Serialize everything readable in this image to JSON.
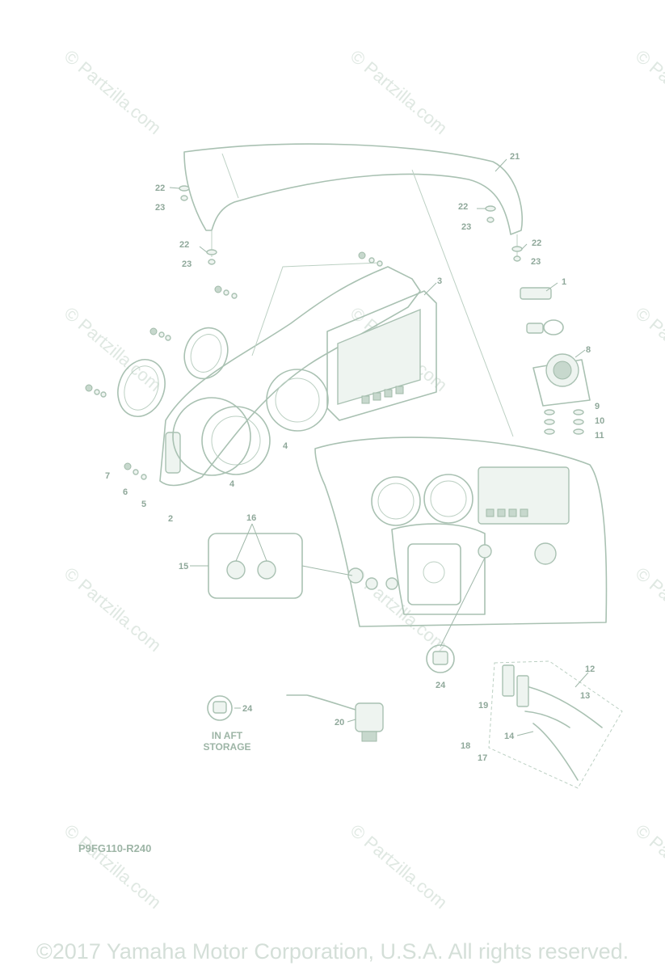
{
  "watermark": "© Partzilla.com",
  "diagram_code": "P9FG110-R240",
  "storage_note": [
    "IN AFT",
    "STORAGE"
  ],
  "copyright": "©2017 Yamaha Motor Corporation, U.S.A. All rights reserved.",
  "callouts": [
    "1",
    "2",
    "3",
    "4",
    "4",
    "5",
    "6",
    "7",
    "8",
    "9",
    "10",
    "11",
    "12",
    "13",
    "14",
    "15",
    "16",
    "17",
    "18",
    "19",
    "20",
    "21",
    "22",
    "23",
    "22",
    "23",
    "22",
    "23",
    "24",
    "24"
  ]
}
